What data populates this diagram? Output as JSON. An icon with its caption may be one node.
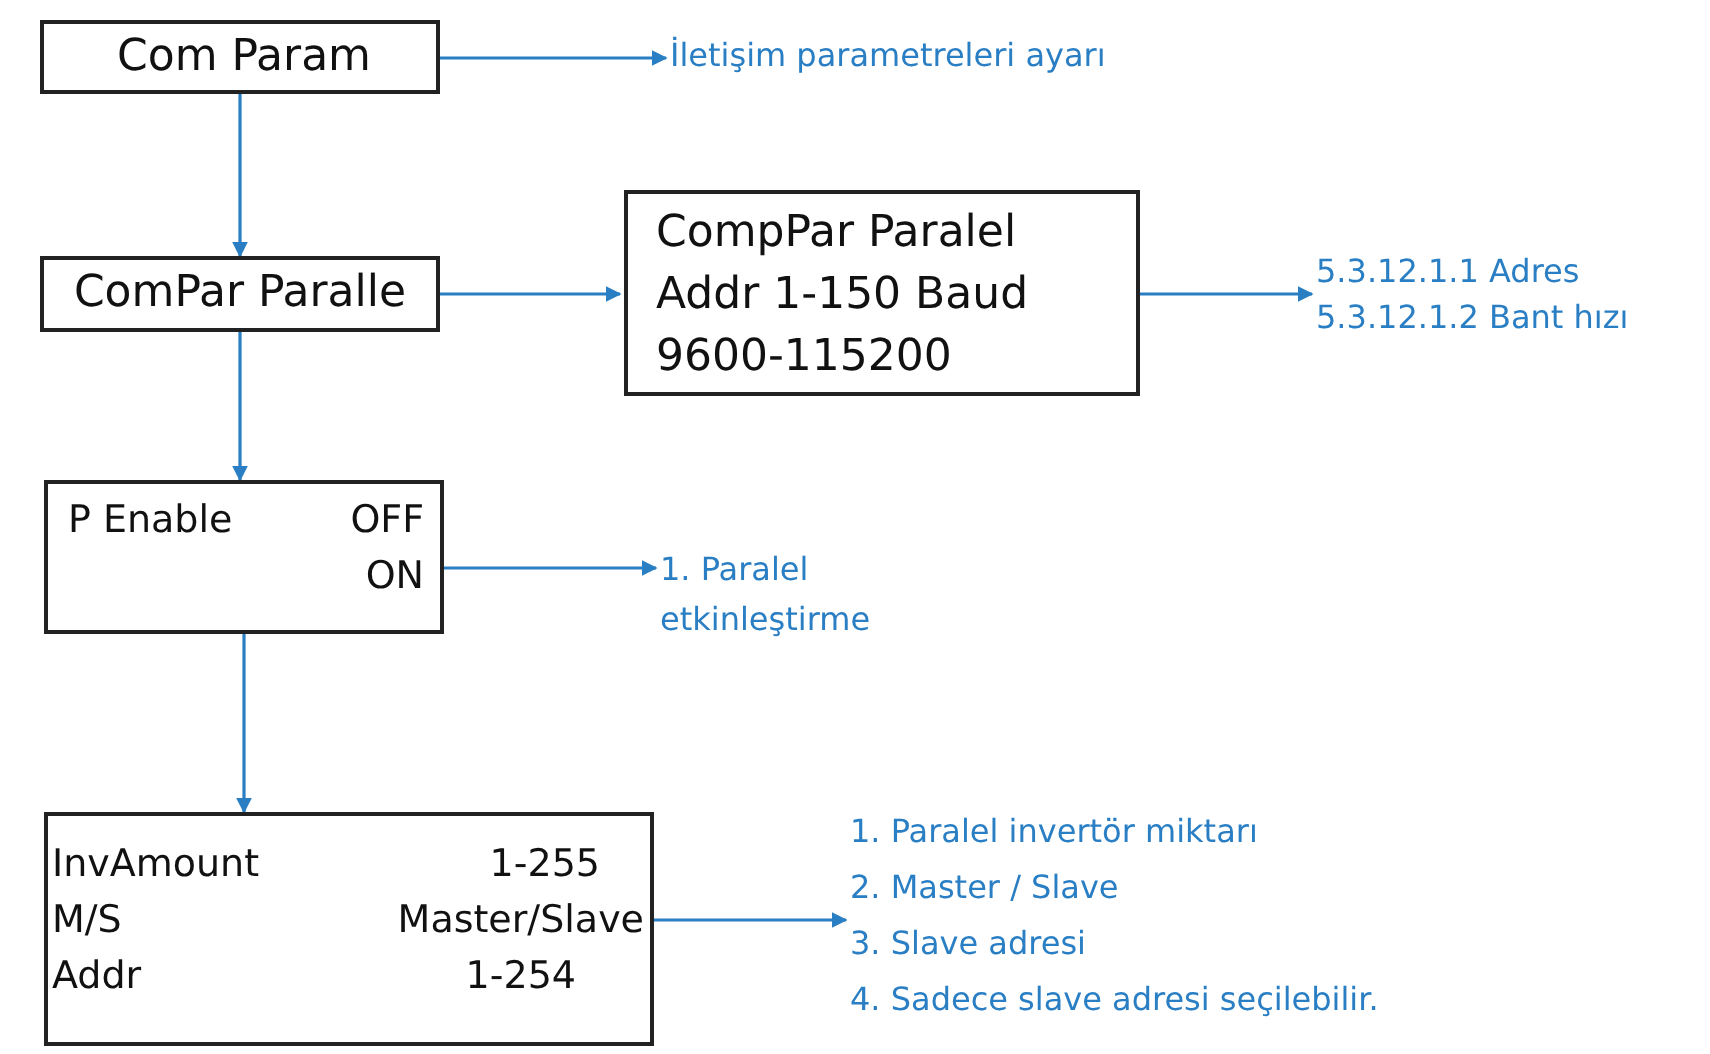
{
  "diagram": {
    "nodes": [
      {
        "text": [
          "Com Param"
        ]
      },
      {
        "text": [
          "İletişim parametreleri ayarı"
        ]
      },
      {
        "text": [
          "ComPar Paralle"
        ]
      },
      {
        "text": [
          "CompPar Paralel Addr 1-150 Baud 9600-115200"
        ]
      },
      {
        "text": [
          "5.3.12.1.1 Adres",
          "5.3.12.1.2 Bant hızı"
        ]
      },
      {
        "text": [
          "P Enable",
          "OFF",
          "ON"
        ]
      },
      {
        "text": [
          "1. Paralel etkinleştirme"
        ]
      },
      {
        "text": [
          "InvAmount",
          "1-255",
          "M/S",
          "Master/Slave",
          "Addr",
          "1-254"
        ]
      },
      {
        "text": [
          "1. Paralel invertör miktarı",
          "2. Master / Slave",
          "3. Slave adresi",
          "4. Sadece slave adresi seçilebilir."
        ]
      }
    ],
    "edges": [
      {
        "from": 0,
        "to": 1,
        "arrow": "to"
      },
      {
        "from": 0,
        "to": 2,
        "arrow": "to"
      },
      {
        "from": 2,
        "to": 3,
        "arrow": "to"
      },
      {
        "from": 3,
        "to": 4,
        "arrow": "to"
      },
      {
        "from": 2,
        "to": 5,
        "arrow": "to"
      },
      {
        "from": 5,
        "to": 6,
        "arrow": "to"
      },
      {
        "from": 5,
        "to": 7,
        "arrow": "to"
      },
      {
        "from": 7,
        "to": 8,
        "arrow": "to"
      }
    ]
  }
}
